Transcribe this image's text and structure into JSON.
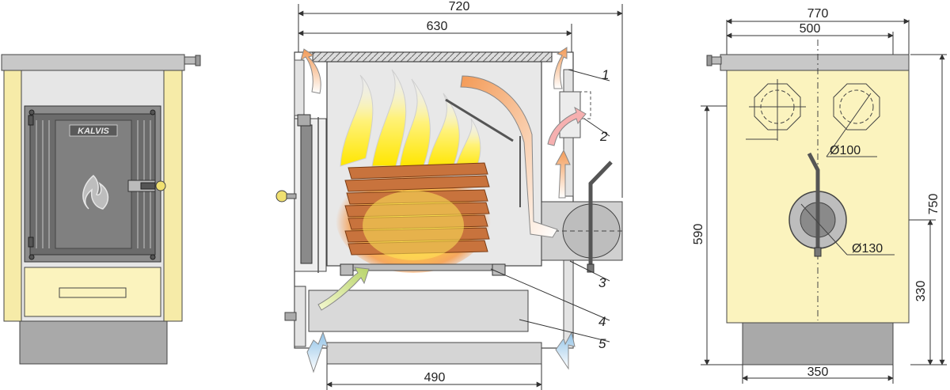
{
  "colors": {
    "body_cream": "#fbf3be",
    "frame_cream": "#f6eba8",
    "top_grey": "#c8c8c8",
    "base_grey": "#a9a9a9",
    "door_dark": "#666666",
    "panel_grey": "#d9d9d9",
    "flame_yellow": "#ffe600",
    "wood_brown": "#c8733d",
    "fire_orange": "#f6a15a",
    "flue_grey": "#bdbdbd"
  },
  "front_view": {
    "logo_text": "KALVIS",
    "icon": "flame-icon"
  },
  "section_view": {
    "dims": {
      "outer_width": "720",
      "inner_width": "630",
      "firebox_width": "490"
    },
    "callouts": [
      "1",
      "2",
      "3",
      "4",
      "5"
    ]
  },
  "side_view": {
    "dims": {
      "total_width": "770",
      "top_width": "500",
      "height_total": "750",
      "height_flue": "590",
      "height_lower": "330",
      "base_width": "350",
      "dia_small": "Ø100",
      "dia_large": "Ø130"
    }
  }
}
